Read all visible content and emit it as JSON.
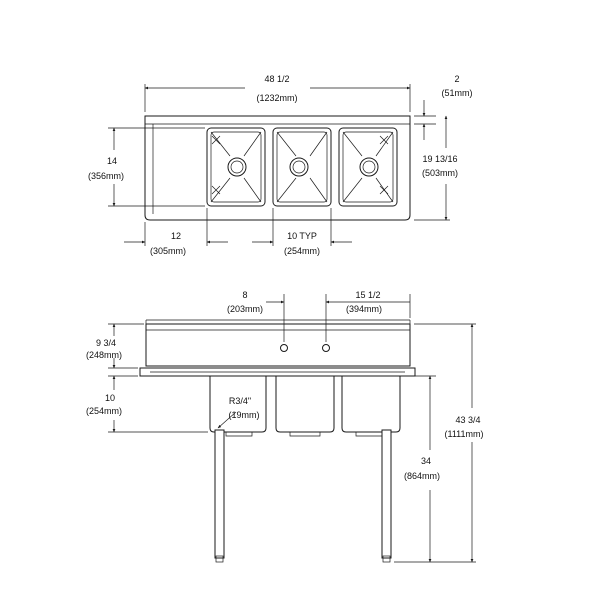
{
  "plan_view": {
    "overall_width": {
      "imperial": "48 1/2",
      "metric": "(1232mm)"
    },
    "backsplash": {
      "imperial": "2",
      "metric": "(51mm)"
    },
    "bowl_depth": {
      "imperial": "14",
      "metric": "(356mm)"
    },
    "overall_depth": {
      "imperial": "19 13/16",
      "metric": "(503mm)"
    },
    "drainboard": {
      "imperial": "12",
      "metric": "(305mm)"
    },
    "bowl_width": {
      "imperial": "10 TYP",
      "metric": "(254mm)"
    }
  },
  "elevation_view": {
    "faucet_offset": {
      "imperial": "8",
      "metric": "(203mm)"
    },
    "right_offset": {
      "imperial": "15 1/2",
      "metric": "(394mm)"
    },
    "backsplash_height": {
      "imperial": "9 3/4",
      "metric": "(248mm)"
    },
    "bowl_height": {
      "imperial": "10",
      "metric": "(254mm)"
    },
    "drain_radius": {
      "imperial": "R3/4\"",
      "metric": "(19mm)"
    },
    "rim_height": {
      "imperial": "34",
      "metric": "(864mm)"
    },
    "overall_height": {
      "imperial": "43 3/4",
      "metric": "(1111mm)"
    }
  }
}
